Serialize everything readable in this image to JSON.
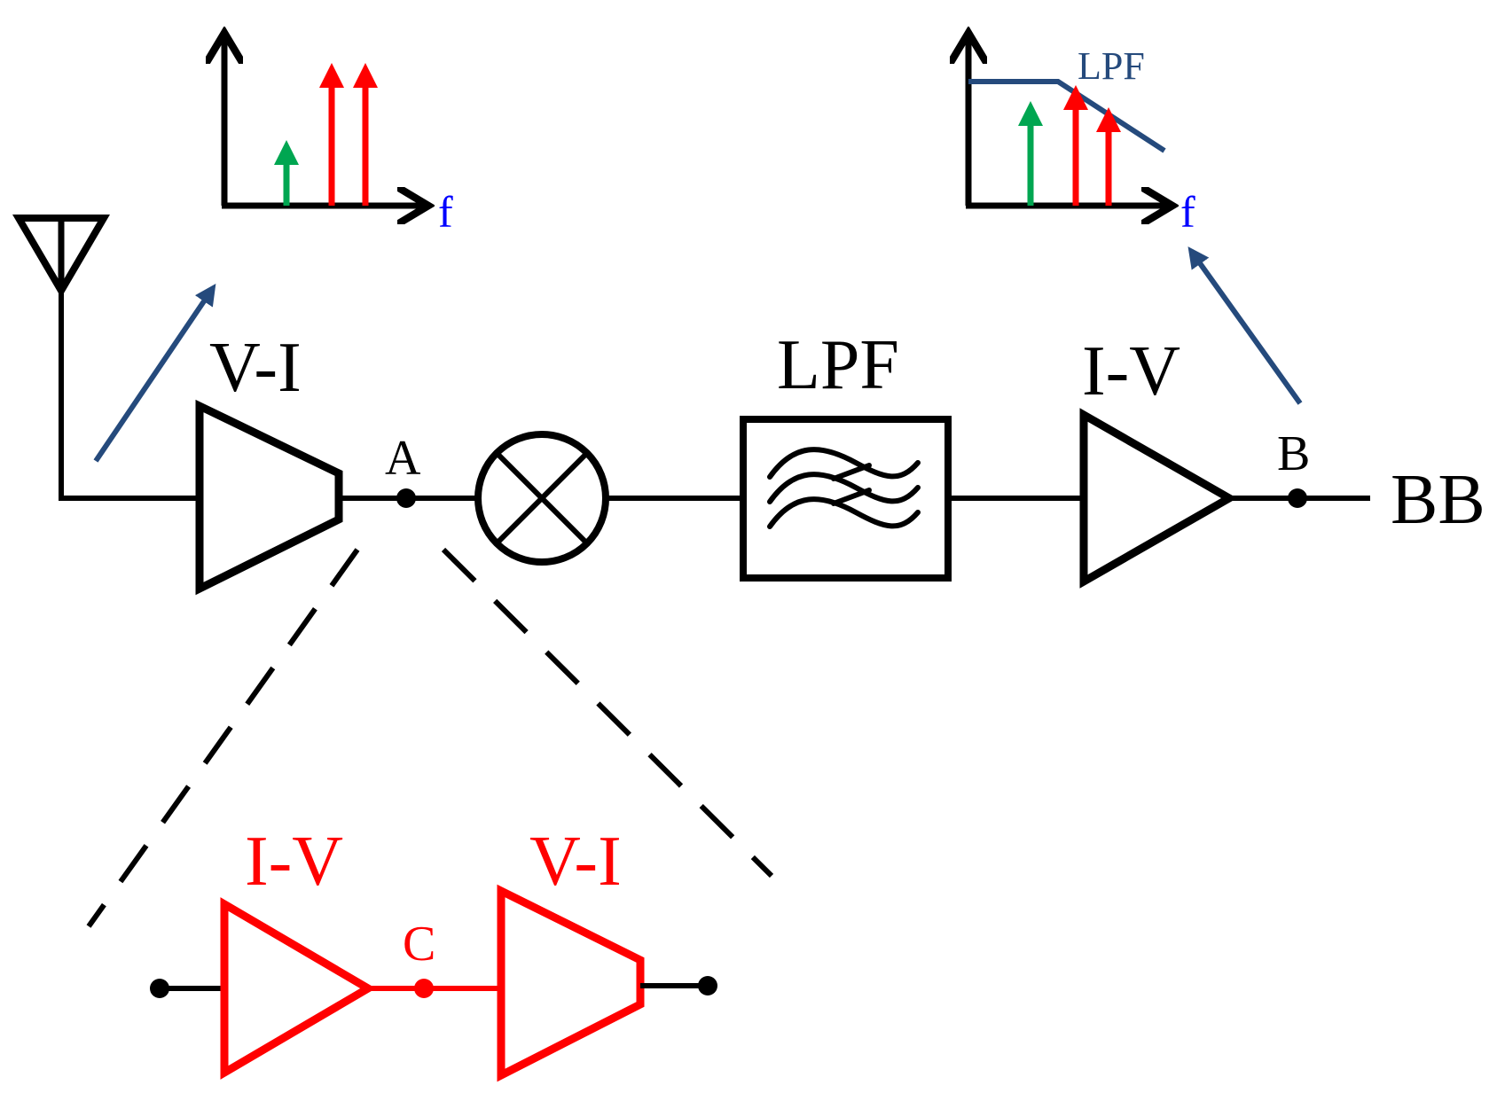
{
  "colors": {
    "wire": "#000000",
    "highlight": "#ff0000",
    "tone_green": "#00a651",
    "tone_red": "#ff0000",
    "pointer": "#254a7c",
    "axis_label": "#0000ff",
    "lpf_curve": "#254a7c"
  },
  "labels": {
    "vi_main": "V-I",
    "lpf_block": "LPF",
    "iv_main": "I-V",
    "node_a": "A",
    "node_b": "B",
    "output": "BB",
    "iv_zoom": "I-V",
    "vi_zoom": "V-I",
    "node_c": "C"
  },
  "spectrum_left": {
    "axis_label": "f",
    "tones": [
      "green",
      "red",
      "red"
    ]
  },
  "spectrum_right": {
    "axis_label": "f",
    "filter_label": "LPF",
    "tones": [
      "green",
      "red",
      "red"
    ]
  },
  "icons": [
    "antenna-icon",
    "mixer-icon",
    "lowpass-filter-icon",
    "amplifier-icon"
  ]
}
